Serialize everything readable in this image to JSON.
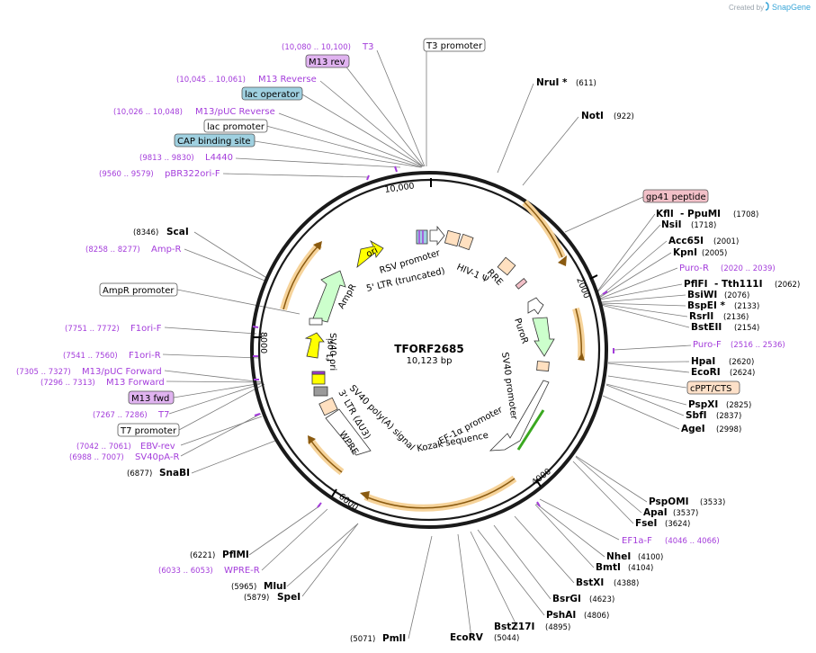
{
  "credit": {
    "prefix": "Created by",
    "brand": "SnapGene"
  },
  "plasmid": {
    "name": "TFORF2685",
    "size": "10,123 bp"
  },
  "ticks": [
    "2000",
    "4000",
    "6000",
    "8000",
    "10,000"
  ],
  "enzymes": {
    "nrui": {
      "name": "NruI *",
      "pos": "(611)"
    },
    "noti": {
      "name": "NotI",
      "pos": "(922)"
    },
    "kfli": {
      "name": "KflI",
      "pos": ""
    },
    "ppumi": {
      "name": "- PpuMI",
      "pos": "(1708)"
    },
    "nsii": {
      "name": "NsiI",
      "pos": "(1718)"
    },
    "acc65i": {
      "name": "Acc65I",
      "pos": "(2001)"
    },
    "kpni": {
      "name": "KpnI",
      "pos": "(2005)"
    },
    "pflfi": {
      "name": "PflFI",
      "pos": ""
    },
    "tth111i": {
      "name": "- Tth111I",
      "pos": "(2062)"
    },
    "bsiwi": {
      "name": "BsiWI",
      "pos": "(2076)"
    },
    "bspei": {
      "name": "BspEI *",
      "pos": "(2133)"
    },
    "rsrii": {
      "name": "RsrII",
      "pos": "(2136)"
    },
    "bsteii": {
      "name": "BstEII",
      "pos": "(2154)"
    },
    "hpai": {
      "name": "HpaI",
      "pos": "(2620)"
    },
    "ecori": {
      "name": "EcoRI",
      "pos": "(2624)"
    },
    "pspxi": {
      "name": "PspXI",
      "pos": "(2825)"
    },
    "sbfi": {
      "name": "SbfI",
      "pos": "(2837)"
    },
    "agei": {
      "name": "AgeI",
      "pos": "(2998)"
    },
    "pspomi": {
      "name": "PspOMI",
      "pos": "(3533)"
    },
    "apai": {
      "name": "ApaI",
      "pos": "(3537)"
    },
    "fsei": {
      "name": "FseI",
      "pos": "(3624)"
    },
    "nhei": {
      "name": "NheI",
      "pos": "(4100)"
    },
    "bmti": {
      "name": "BmtI",
      "pos": "(4104)"
    },
    "bstxi": {
      "name": "BstXI",
      "pos": "(4388)"
    },
    "bsrgi": {
      "name": "BsrGI",
      "pos": "(4623)"
    },
    "pshai": {
      "name": "PshAI",
      "pos": "(4806)"
    },
    "bstz17i": {
      "name": "BstZ17I",
      "pos": "(4895)"
    },
    "ecorv": {
      "name": "EcoRV",
      "pos": "(5044)"
    },
    "pmli": {
      "name": "PmlI",
      "pos": "(5071)"
    },
    "spei": {
      "name": "SpeI",
      "pos": "(5879)"
    },
    "mlui": {
      "name": "MluI",
      "pos": "(5965)"
    },
    "pflmi": {
      "name": "PflMI",
      "pos": "(6221)"
    },
    "snabi": {
      "name": "SnaBI",
      "pos": "(6877)"
    },
    "scai": {
      "name": "ScaI",
      "pos": "(8346)"
    }
  },
  "primers": {
    "t3": {
      "name": "T3",
      "pos": "(10,080 .. 10,100)"
    },
    "m13rev": {
      "name": "M13 Reverse",
      "pos": "(10,045 .. 10,061)"
    },
    "m13puc_rev": {
      "name": "M13/pUC Reverse",
      "pos": "(10,026 .. 10,048)"
    },
    "l4440": {
      "name": "L4440",
      "pos": "(9813 .. 9830)"
    },
    "pbr322": {
      "name": "pBR322ori-F",
      "pos": "(9560 .. 9579)"
    },
    "ampr": {
      "name": "Amp-R",
      "pos": "(8258 .. 8277)"
    },
    "f1orif": {
      "name": "F1ori-F",
      "pos": "(7751 .. 7772)"
    },
    "f1orir": {
      "name": "F1ori-R",
      "pos": "(7541 .. 7560)"
    },
    "m13puc_fwd": {
      "name": "M13/pUC Forward",
      "pos": "(7305 .. 7327)"
    },
    "m13fwd": {
      "name": "M13 Forward",
      "pos": "(7296 .. 7313)"
    },
    "t7": {
      "name": "T7",
      "pos": "(7267 .. 7286)"
    },
    "ebvrev": {
      "name": "EBV-rev",
      "pos": "(7042 .. 7061)"
    },
    "sv40pa": {
      "name": "SV40pA-R",
      "pos": "(6988 .. 7007)"
    },
    "wprer": {
      "name": "WPRE-R",
      "pos": "(6033 .. 6053)"
    },
    "purof": {
      "name": "Puro-R",
      "pos": "(2020 .. 2039)"
    },
    "puror2": {
      "name": "Puro-F",
      "pos": "(2516 .. 2536)"
    },
    "ef1af": {
      "name": "EF1a-F",
      "pos": "(4046 .. 4066)"
    }
  },
  "boxed": {
    "t3promoter": "T3 promoter",
    "m13revbox": "M13 rev",
    "lacop": "lac operator",
    "lacprom": "lac promoter",
    "cap": "CAP binding site",
    "gp41": "gp41 peptide",
    "cppt": "cPPT/CTS",
    "amprprom": "AmpR promoter",
    "m13fwdbox": "M13 fwd",
    "t7prom": "T7 promoter"
  },
  "features": {
    "ori": "ori",
    "rsv": "RSV promoter",
    "ltr5": "5' LTR (truncated)",
    "hiv": "HIV-1 Ψ",
    "rre": "RRE",
    "puror": "PuroR",
    "sv40prom": "SV40 promoter",
    "ef1a": "EF-1α promoter",
    "kozak": "Kozak sequence",
    "wpre": "WPRE",
    "ltr3": "3' LTR (ΔU3)",
    "sv40pa": "SV40 poly(A) signal",
    "sv40ori": "SV40 ori",
    "f1ori": "f1 ori",
    "ampr": "AmpR"
  },
  "colors": {
    "backbone": "#1a1a1a",
    "orf": "#e8a33a",
    "primer": "#a43ddb",
    "ori": "#ffff00",
    "ampr": "#ccffcc",
    "promoter": "#ffffff",
    "misc": "#ffe0c0",
    "cap_box": "#9fd0e0",
    "m13_box": "#e0b3f0",
    "gp41_box": "#f2c0c8",
    "cppt_box": "#fde0c8"
  }
}
